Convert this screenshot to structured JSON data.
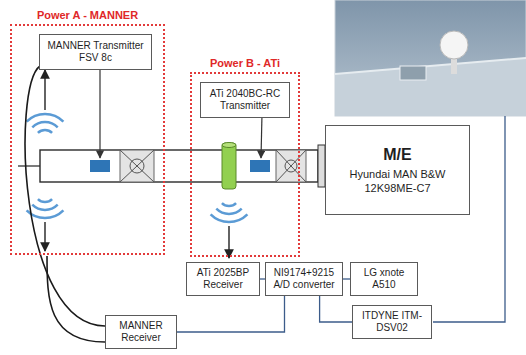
{
  "diagram": {
    "nodes": [
      {
        "text": [
          "Power A - MANNER"
        ]
      },
      {
        "text": [
          "MANNER Transmitter FSV 8c"
        ],
        "in": 0
      },
      {
        "text": [
          "Power B - ATi"
        ]
      },
      {
        "text": [
          "ATi 2040BC-RC Transmitter"
        ],
        "in": 2
      },
      {
        "text": [
          "M/E",
          "Hyundai MAN B&W 12K98ME-C7"
        ]
      },
      {
        "text": [
          "ATi 2025BP Receiver"
        ]
      },
      {
        "text": [
          "NI9174+9215 A/D converter"
        ]
      },
      {
        "text": [
          "LG xnote A510"
        ]
      },
      {
        "text": [
          "ITDYNE ITM-DSV02"
        ]
      },
      {
        "text": [
          "MANNER Receiver"
        ]
      }
    ],
    "edges": [
      {
        "from": 5,
        "to": 6,
        "arrow": "none"
      },
      {
        "from": 6,
        "to": 7,
        "arrow": "none"
      },
      {
        "from": 6,
        "to": 8,
        "arrow": "none"
      },
      {
        "from": 9,
        "to": 6,
        "arrow": "none"
      }
    ]
  }
}
